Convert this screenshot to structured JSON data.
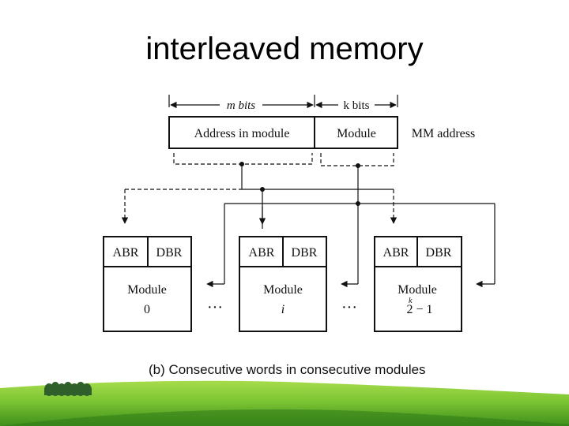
{
  "slide": {
    "title": "interleaved memory"
  },
  "address": {
    "m_label": "m bits",
    "k_label": "k bits",
    "module_field": "Address in module",
    "module_select": "Module",
    "mm_address": "MM address"
  },
  "modules": [
    {
      "abr": "ABR",
      "dbr": "DBR",
      "name": "Module",
      "index": "0",
      "index_sup": ""
    },
    {
      "abr": "ABR",
      "dbr": "DBR",
      "name": "Module",
      "index": "i",
      "index_sup": ""
    },
    {
      "abr": "ABR",
      "dbr": "DBR",
      "name": "Module",
      "index": "2 − 1",
      "index_sup": "k"
    }
  ],
  "ellipsis": "···",
  "caption": "(b) Consecutive words in consecutive modules",
  "colors": {
    "grass_light": "#8ed23c",
    "grass_dark": "#3f8f1c",
    "trees": "#2f5f2a"
  }
}
